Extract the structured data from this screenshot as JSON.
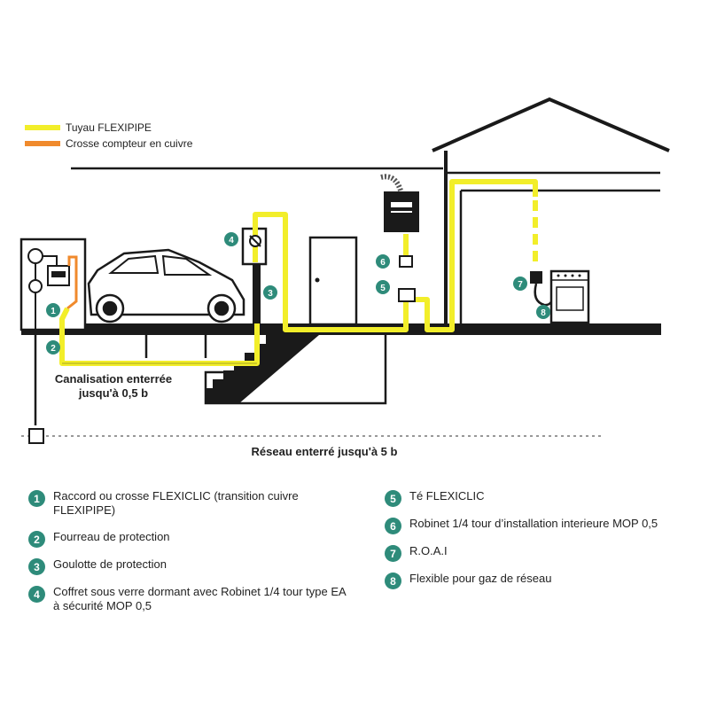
{
  "legend": {
    "yellow_label": "Tuyau FLEXIPIPE",
    "orange_label": "Crosse compteur en cuivre"
  },
  "labels": {
    "buried_line_1": "Canalisation enterrée",
    "buried_line_2": "jusqu'à 0,5 b",
    "network": "Réseau enterré jusqu'à 5 b"
  },
  "markers": [
    "1",
    "2",
    "3",
    "4",
    "5",
    "6",
    "7",
    "8"
  ],
  "items": [
    {
      "num": "1",
      "text": "Raccord ou crosse FLEXICLIC (transition cuivre FLEXIPIPE)"
    },
    {
      "num": "2",
      "text": "Fourreau de protection"
    },
    {
      "num": "3",
      "text": "Goulotte de protection"
    },
    {
      "num": "4",
      "text": "Coffret sous verre dormant avec Robinet 1/4 tour type EA à sécurité MOP 0,5"
    },
    {
      "num": "5",
      "text": "Té FLEXICLIC"
    },
    {
      "num": "6",
      "text": "Robinet 1/4 tour d’installation interieure MOP 0,5"
    },
    {
      "num": "7",
      "text": "R.O.A.I"
    },
    {
      "num": "8",
      "text": "Flexible pour gaz de réseau"
    }
  ],
  "colors": {
    "flexipipe": "#f2ee2a",
    "copper": "#f08a2c",
    "marker": "#2e8b7a",
    "structure": "#1a1a1a"
  }
}
